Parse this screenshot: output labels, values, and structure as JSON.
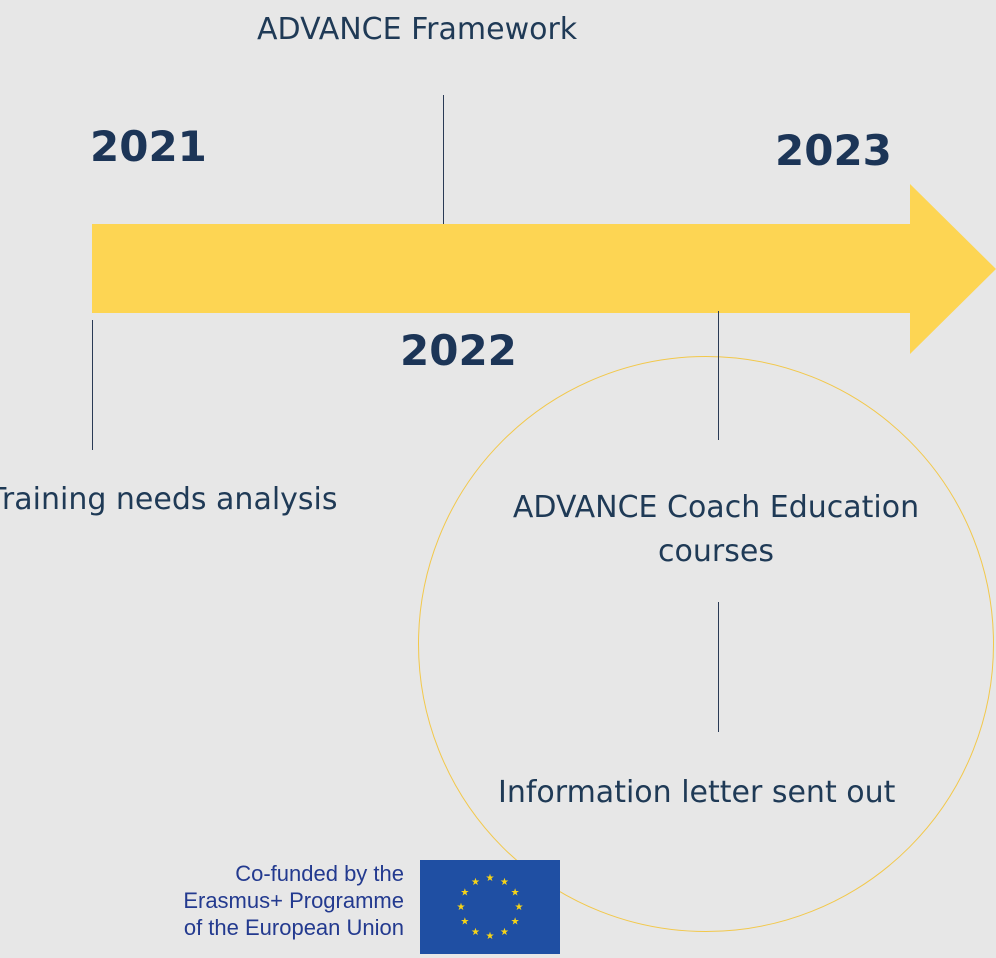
{
  "timeline": {
    "years": {
      "start": "2021",
      "middle": "2022",
      "end": "2023"
    },
    "milestones": {
      "framework": "ADVANCE Framework",
      "training_needs": "Training needs analysis",
      "coach_education_line1": "ADVANCE Coach Education",
      "coach_education_line2": "courses",
      "information_letter": "Information letter sent out"
    },
    "colors": {
      "arrow": "#fdd553",
      "circle": "#f2c84b",
      "text": "#1f3a56"
    }
  },
  "footer": {
    "eu_text_line1": "Co-funded by the",
    "eu_text_line2": "Erasmus+ Programme",
    "eu_text_line3": "of the European Union",
    "flag_icon": "eu-flag-icon"
  }
}
